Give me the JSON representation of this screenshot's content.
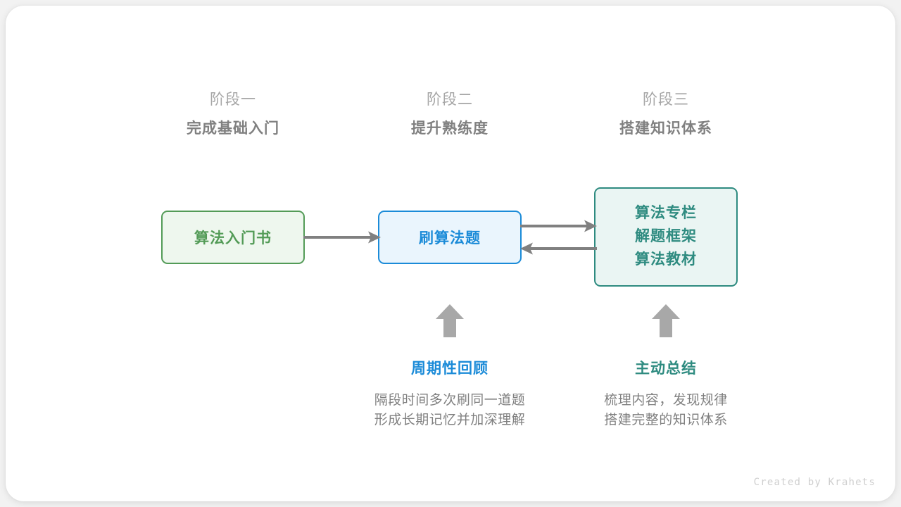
{
  "canvas": {
    "background": "#f2f2f2",
    "card_background": "#ffffff"
  },
  "colors": {
    "arrow_gray": "#808080",
    "stage_kicker": "#a6a6a6",
    "stage_title": "#808080",
    "green": "#539b57",
    "blue": "#1b8bd8",
    "teal": "#2e8b80",
    "body_text": "#808080",
    "credit": "#cfcfcf"
  },
  "stages": [
    {
      "kicker": "阶段一",
      "title": "完成基础入门"
    },
    {
      "kicker": "阶段二",
      "title": "提升熟练度"
    },
    {
      "kicker": "阶段三",
      "title": "搭建知识体系"
    }
  ],
  "nodes": {
    "book": {
      "label": "算法入门书"
    },
    "practice": {
      "label": "刷算法题"
    },
    "resources": {
      "lines": [
        "算法专栏",
        "解题框架",
        "算法教材"
      ]
    }
  },
  "annotations": [
    {
      "title": "周期性回顾",
      "lines": [
        "隔段时间多次刷同一道题",
        "形成长期记忆并加深理解"
      ]
    },
    {
      "title": "主动总结",
      "lines": [
        "梳理内容，发现规律",
        "搭建完整的知识体系"
      ]
    }
  ],
  "credit": "Created by Krahets"
}
